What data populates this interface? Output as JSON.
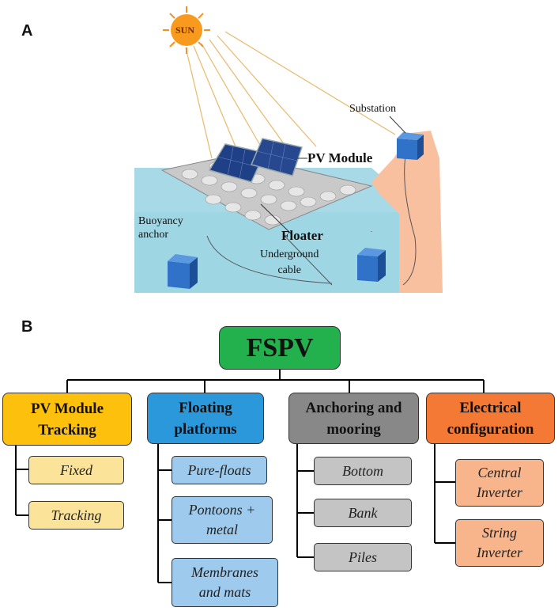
{
  "panel_a": {
    "label": "A",
    "sun_label": "SUN",
    "labels": {
      "substation": "Substation",
      "pv_module": "PV Module",
      "buoyancy_anchor": "Buoyancy\nanchor",
      "floater": "Floater",
      "underground_cable": "Underground\ncable"
    }
  },
  "panel_b": {
    "label": "B",
    "root": "FSPV",
    "categories": [
      {
        "title": "PV Module\nTracking",
        "color": "#fcc00d",
        "items": [
          {
            "text": "Fixed",
            "color": "#fbe49a"
          },
          {
            "text": "Tracking",
            "color": "#fbe49a"
          }
        ]
      },
      {
        "title": "Floating\nplatforms",
        "color": "#2c98dc",
        "items": [
          {
            "text": "Pure-floats",
            "color": "#9ecbed"
          },
          {
            "text": "Pontoons +\nmetal",
            "color": "#9ecbed"
          },
          {
            "text": "Membranes\nand mats",
            "color": "#9ecbed"
          }
        ]
      },
      {
        "title": "Anchoring and\nmooring",
        "color": "#888888",
        "items": [
          {
            "text": "Bottom",
            "color": "#c4c4c4"
          },
          {
            "text": "Bank",
            "color": "#c4c4c4"
          },
          {
            "text": "Piles",
            "color": "#c4c4c4"
          }
        ]
      },
      {
        "title": "Electrical\nconfiguration",
        "color": "#f47935",
        "items": [
          {
            "text": "Central\nInverter",
            "color": "#f8b58c"
          },
          {
            "text": "String\nInverter",
            "color": "#f8b58c"
          }
        ]
      }
    ],
    "root_color": "#23b14d"
  }
}
